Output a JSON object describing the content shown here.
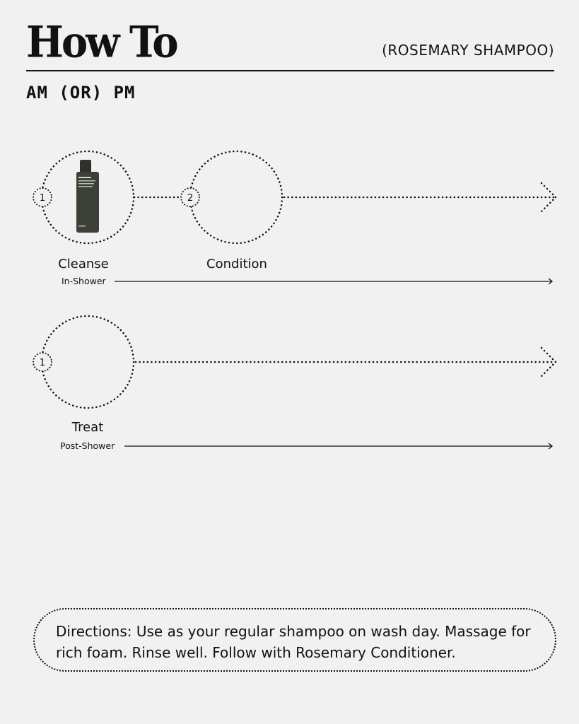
{
  "header": {
    "title": "How To",
    "product": "(ROSEMARY SHAMPOO)"
  },
  "time_of_day": "AM (OR) PM",
  "routine_in_shower": {
    "context": "In-Shower",
    "steps": [
      {
        "number": "1",
        "label": "Cleanse",
        "image": "rosemary-shampoo-bottle"
      },
      {
        "number": "2",
        "label": "Condition"
      }
    ]
  },
  "routine_post_shower": {
    "context": "Post-Shower",
    "steps": [
      {
        "number": "1",
        "label": "Treat"
      }
    ]
  },
  "directions": "Directions: Use as your regular shampoo on wash day. Massage for rich foam. Rinse well. Follow with Rosemary Conditioner.",
  "colors": {
    "background": "#f1f1f1",
    "ink": "#111111",
    "bottle": "#3c4036"
  }
}
